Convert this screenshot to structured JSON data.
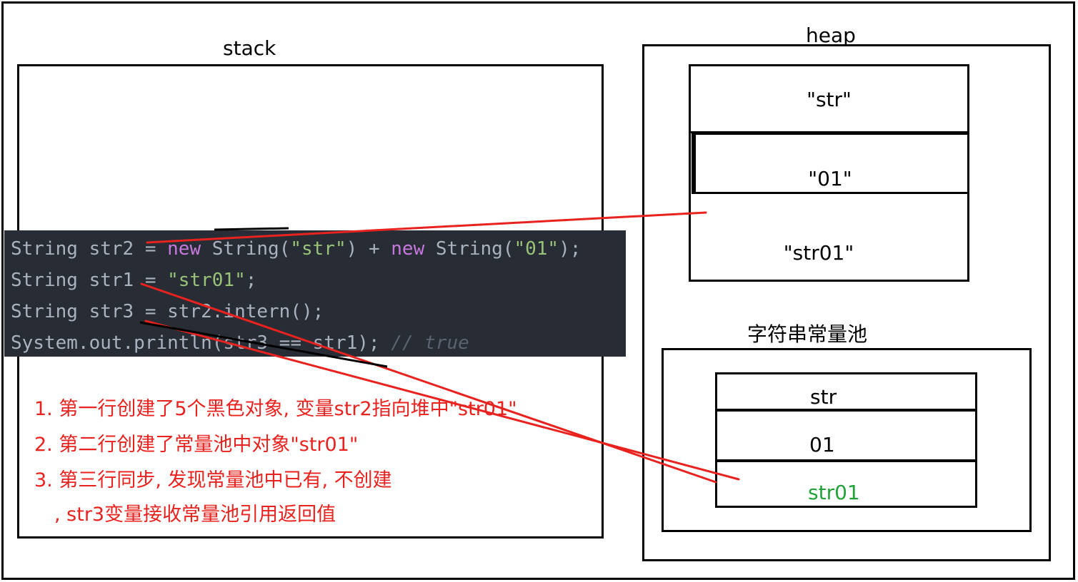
{
  "stack": {
    "title": "stack"
  },
  "heap": {
    "title": "heap",
    "objects": [
      "\"str\"",
      "\"01\"",
      "\"str01\""
    ]
  },
  "pool": {
    "title": "字符串常量池",
    "entries": [
      "str",
      "01",
      "str01"
    ],
    "highlight_color": "#22a33a"
  },
  "code": {
    "line1": {
      "t1": "String str2 = ",
      "kw1": "new",
      "t2": " String(",
      "s1": "\"str\"",
      "t3": ") + ",
      "kw2": "new",
      "t4": " String(",
      "s2": "\"01\"",
      "t5": ");"
    },
    "line2": {
      "t1": "String str1 = ",
      "s1": "\"str01\"",
      "t2": ";"
    },
    "line3": {
      "t1": "String str3 = str2.intern();"
    },
    "line4": {
      "t1": "System.out.println(str3 == str1); ",
      "c1": "// true"
    }
  },
  "notes": [
    "1. 第一行创建了5个黑色对象, 变量str2指向堆中\"str01\"",
    "2. 第二行创建了常量池中对象\"str01\"",
    "3. 第三行同步, 发现常量池中已有, 不创建",
    ", str3变量接收常量池引用返回值"
  ],
  "colors": {
    "arrow": "#e8221e",
    "code_bg": "#282c34",
    "keyword": "#c678dd",
    "string": "#98c379",
    "comment": "#5c6370"
  }
}
